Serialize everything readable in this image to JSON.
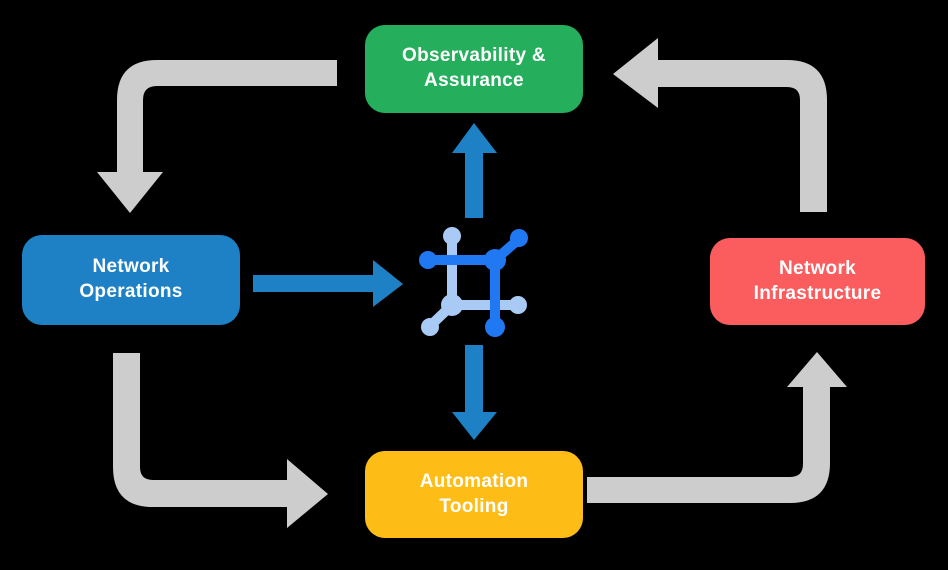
{
  "background": "#000000",
  "colors": {
    "arrow_gray": "#CDCDCD",
    "arrow_blue": "#1E81C5",
    "icon_dark_blue": "#2079F2",
    "icon_light_blue": "#A9CAF5",
    "label_text": "#FFFFFF"
  },
  "nodes": {
    "observability": {
      "label": "Observability &\nAssurance",
      "color": "#25AF5C"
    },
    "operations": {
      "label": "Network\nOperations",
      "color": "#1E81C5"
    },
    "infrastructure": {
      "label": "Network\nInfrastructure",
      "color": "#FB5D5F"
    },
    "automation": {
      "label": "Automation\nTooling",
      "color": "#FDBD16"
    }
  },
  "icons": {
    "center": "network-grid-icon"
  }
}
